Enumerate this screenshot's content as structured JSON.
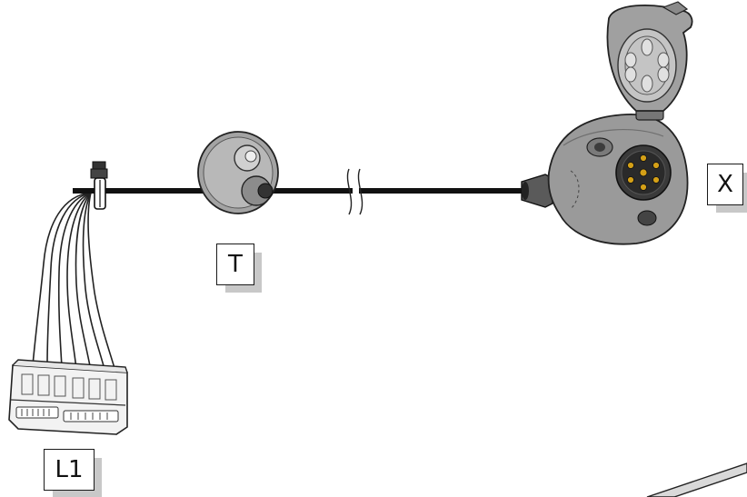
{
  "labels": {
    "connector": "L1",
    "grommet": "T",
    "socket": "X"
  },
  "colors": {
    "cable": "#111111",
    "housing": "#9a9a9a",
    "housing_dark": "#6f6f6f",
    "pin_gold": "#d4a017",
    "label_shadow": "#c8c8c8"
  },
  "icons": [
    "wiring-connector-icon",
    "rubber-grommet-icon",
    "trailer-socket-icon",
    "cable-clip-icon",
    "cable-break-icon"
  ]
}
